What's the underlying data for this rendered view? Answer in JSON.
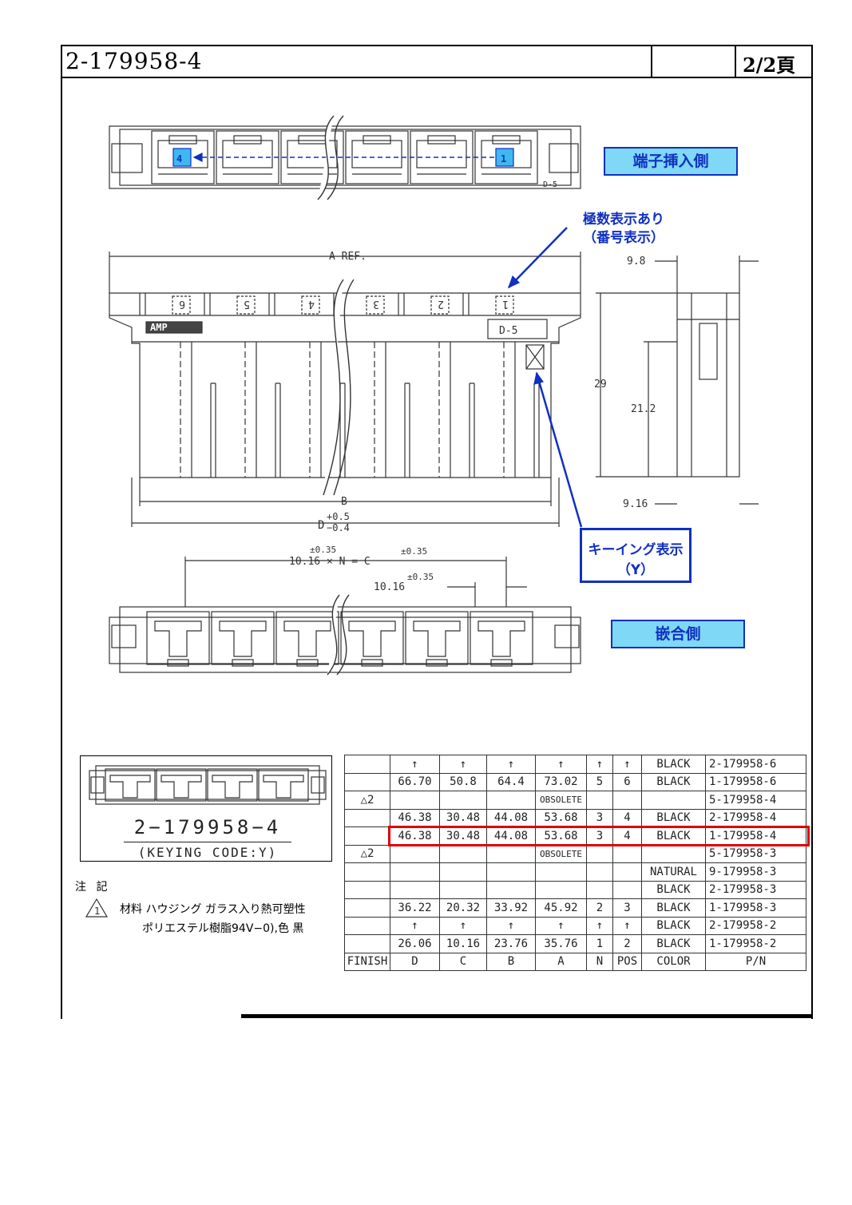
{
  "header": {
    "part_number": "2-179958-4",
    "page": "2/2頁"
  },
  "drawing": {
    "top_view_label": "端子挿入側",
    "bottom_view_label": "嵌合側",
    "numbering_note_line1": "極数表示あり",
    "numbering_note_line2": "（番号表示）",
    "keying_note_line1": "キーイング表示",
    "keying_note_line2": "（Y）",
    "pin_first": "4",
    "pin_last": "1",
    "position_numbers": [
      "6",
      "5",
      "4",
      "3",
      "2",
      "1"
    ],
    "brand": "AMP",
    "mold_mark": "D-5",
    "keying_letter": "Y",
    "dims": {
      "a_ref": "A REF.",
      "b": "B",
      "d": "D",
      "d_tol_plus": "+0.5",
      "d_tol_minus": "−0.4",
      "width": "9.8",
      "height": "29",
      "inner_height": "21.2",
      "base": "9.16",
      "tol": "±0.35",
      "pitch_formula": "10.16 × N = C",
      "pitch": "10.16"
    }
  },
  "legend": {
    "part_number": "2−179958−4",
    "keying_code": "(KEYING CODE:Y)"
  },
  "notes": {
    "title": "注 記",
    "mark": "1",
    "line1": "材料  ハウジング ガラス入り熱可塑性",
    "line2": "ポリエステル樹脂94V−0),色  黒"
  },
  "table": {
    "headers": [
      "FINISH",
      "D",
      "C",
      "B",
      "A",
      "N",
      "POS",
      "COLOR",
      "P/N"
    ],
    "rows": [
      {
        "cells": [
          "",
          "↑",
          "↑",
          "↑",
          "↑",
          "↑",
          "↑",
          "BLACK",
          "2-179958-6"
        ]
      },
      {
        "cells": [
          "",
          "66.70",
          "50.8",
          "64.4",
          "73.02",
          "5",
          "6",
          "BLACK",
          "1-179958-6"
        ]
      },
      {
        "cells": [
          "△2",
          "",
          "",
          "",
          "OBSOLETE",
          "",
          "",
          "",
          "5-179958-4"
        ]
      },
      {
        "cells": [
          "",
          "46.38",
          "30.48",
          "44.08",
          "53.68",
          "3",
          "4",
          "BLACK",
          "2-179958-4"
        ]
      },
      {
        "cells": [
          "",
          "46.38",
          "30.48",
          "44.08",
          "53.68",
          "3",
          "4",
          "BLACK",
          "1-179958-4"
        ]
      },
      {
        "cells": [
          "△2",
          "",
          "",
          "",
          "OBSOLETE",
          "",
          "",
          "",
          "5-179958-3"
        ]
      },
      {
        "cells": [
          "",
          "",
          "",
          "",
          "",
          "",
          "",
          "NATURAL",
          "9-179958-3"
        ]
      },
      {
        "cells": [
          "",
          "",
          "",
          "",
          "",
          "",
          "",
          "BLACK",
          "2-179958-3"
        ]
      },
      {
        "cells": [
          "",
          "36.22",
          "20.32",
          "33.92",
          "45.92",
          "2",
          "3",
          "BLACK",
          "1-179958-3"
        ]
      },
      {
        "cells": [
          "",
          "↑",
          "↑",
          "↑",
          "↑",
          "↑",
          "↑",
          "BLACK",
          "2-179958-2"
        ]
      },
      {
        "cells": [
          "",
          "26.06",
          "10.16",
          "23.76",
          "35.76",
          "1",
          "2",
          "BLACK",
          "1-179958-2"
        ]
      }
    ],
    "highlight_color": "#e00000"
  }
}
